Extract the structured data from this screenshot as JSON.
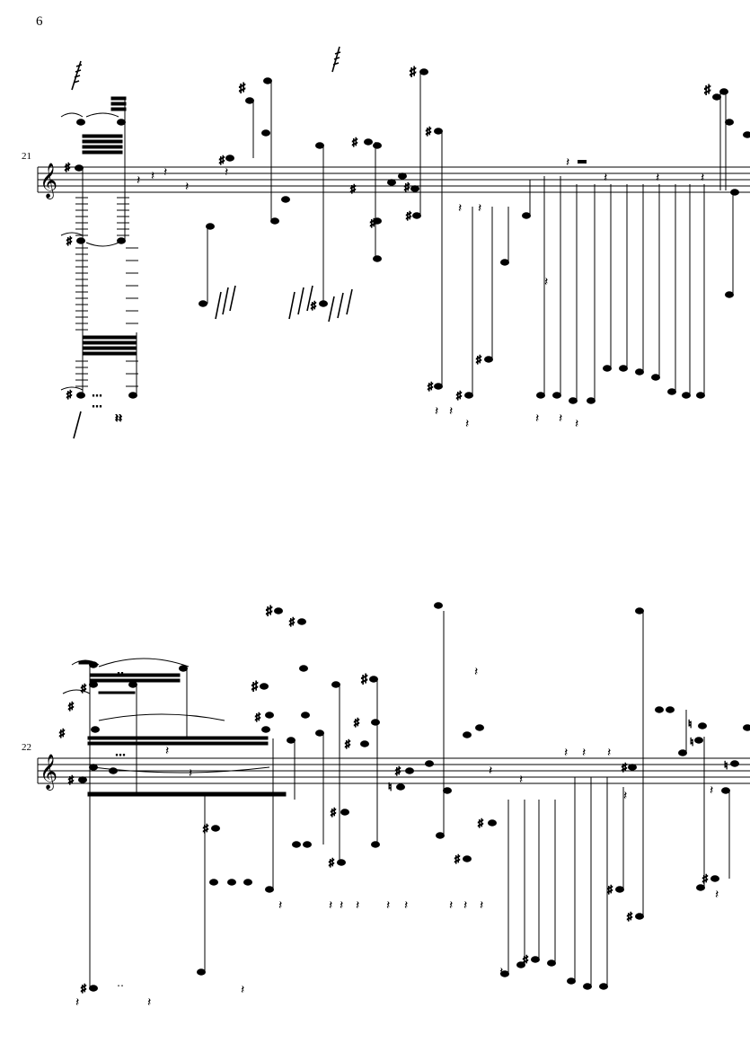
{
  "page": {
    "page_number": "6"
  },
  "systems": [
    {
      "measure_number": "21",
      "clef": "treble-clef-icon"
    },
    {
      "measure_number": "22",
      "clef": "treble-clef-icon"
    }
  ]
}
